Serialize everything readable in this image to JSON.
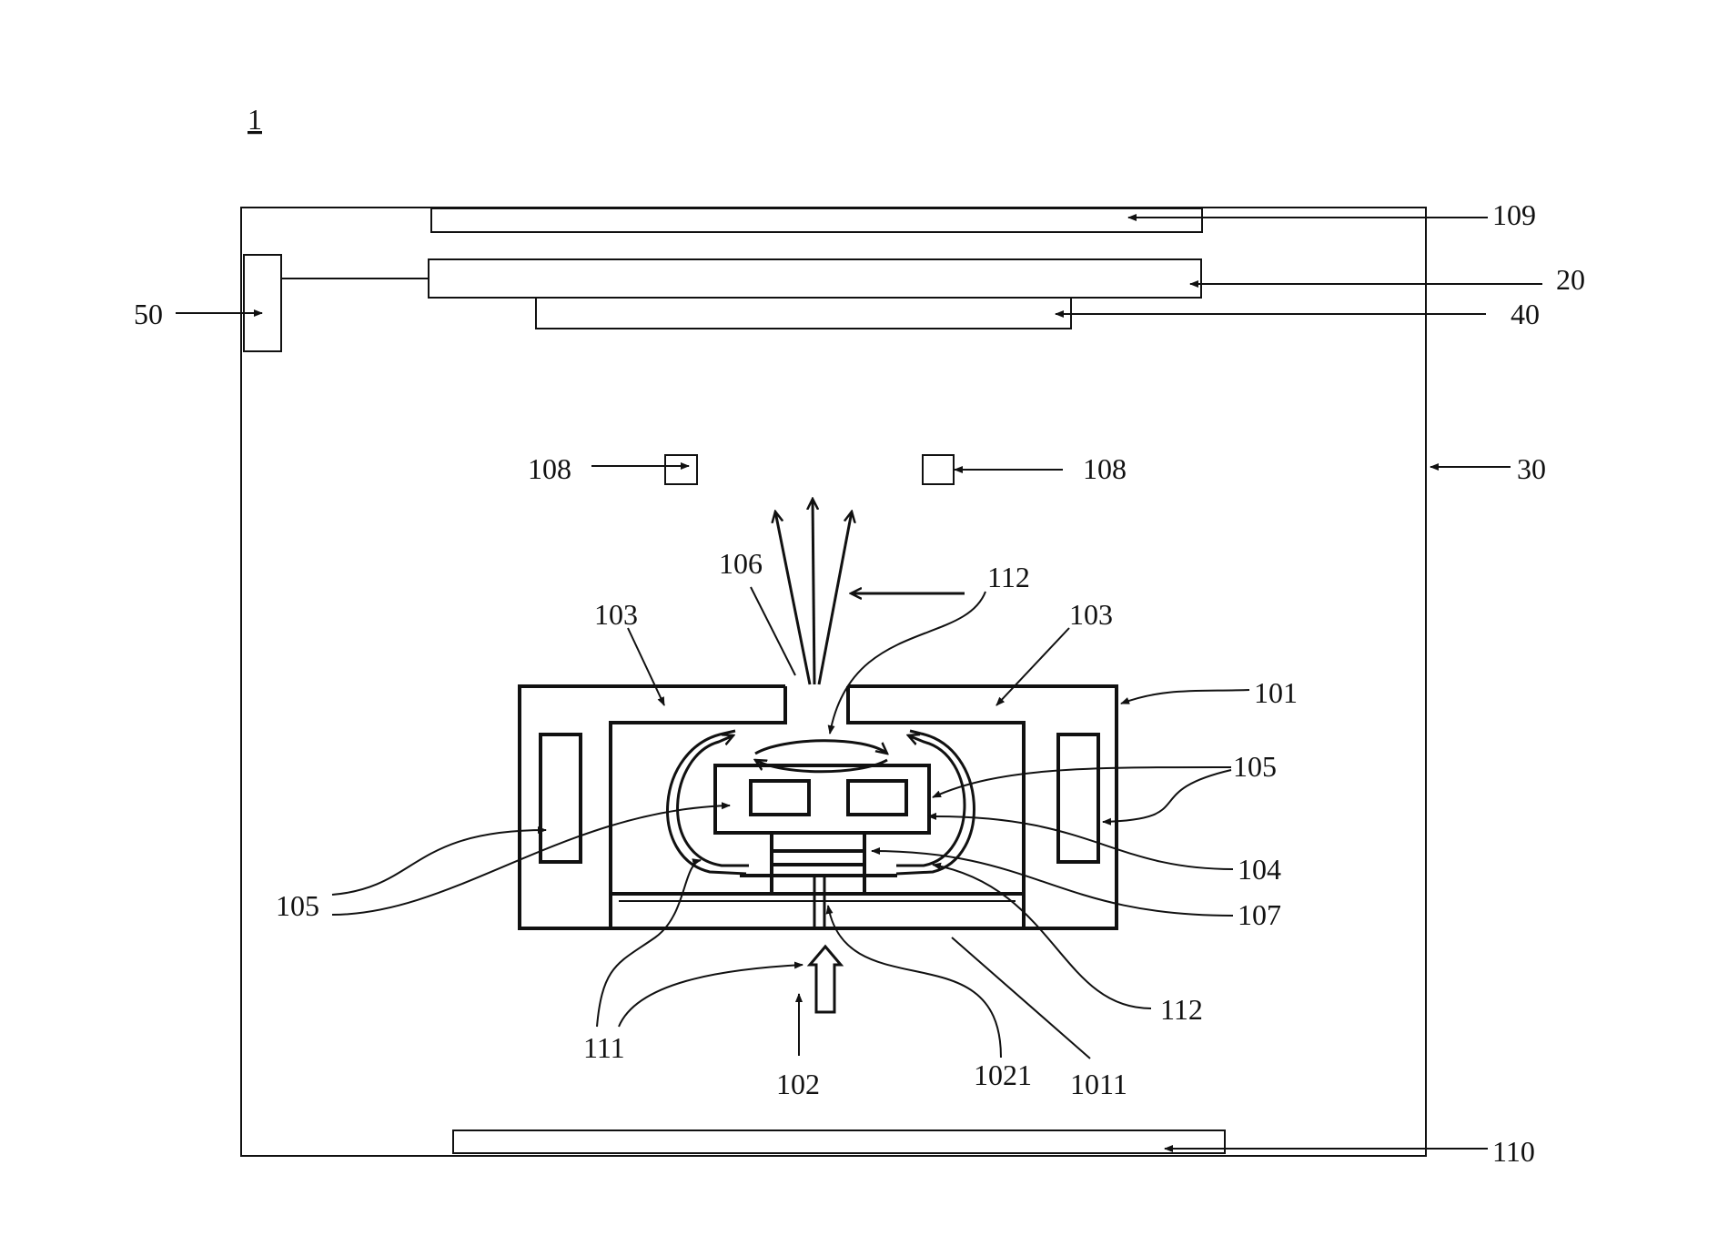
{
  "figure": {
    "number": "1"
  },
  "labels": {
    "l109": "109",
    "l20": "20",
    "l40": "40",
    "l50": "50",
    "l30": "30",
    "l108a": "108",
    "l108b": "108",
    "l106": "106",
    "l112a": "112",
    "l103a": "103",
    "l103b": "103",
    "l101": "101",
    "l105a": "105",
    "l105b": "105",
    "l104": "104",
    "l107": "107",
    "l112b": "112",
    "l111": "111",
    "l102": "102",
    "l1021": "1021",
    "l1011": "1011",
    "l110": "110"
  },
  "colors": {
    "line": "#111111",
    "background": "#ffffff"
  }
}
